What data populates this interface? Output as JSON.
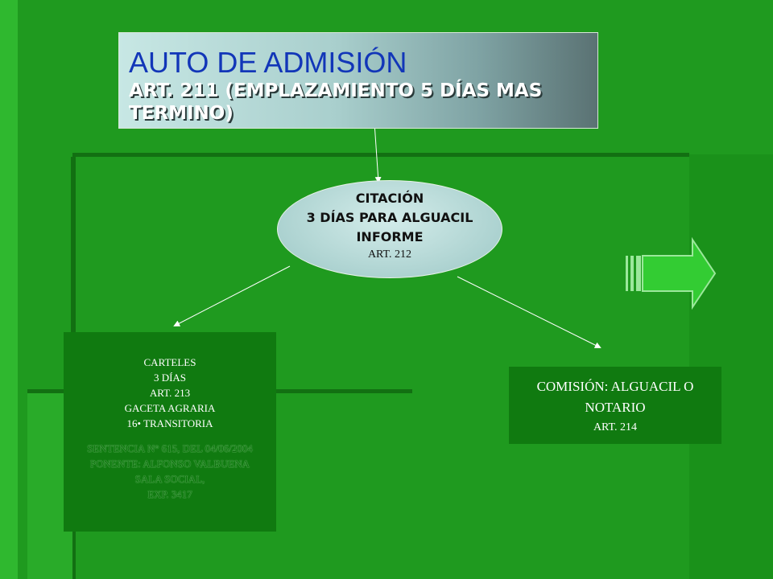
{
  "title": {
    "main": "AUTO DE ADMISIÓN",
    "sub": "ART. 211 (EMPLAZAMIENTO 5 DÍAS MAS TERMINO)"
  },
  "citacion": {
    "line1": "CITACIÓN",
    "line2": "3 DÍAS PARA  ALGUACIL",
    "line3": "INFORME",
    "art": "ART. 212"
  },
  "carteles": {
    "line1": "CARTELES",
    "line2": "3 DÍAS",
    "line3": "ART. 213",
    "line4": "GACETA AGRARIA",
    "line5": "16• TRANSITORIA",
    "sent1": "SENTENCIA N° 615, DEL 04/06/2004",
    "sent2": "PONENTE: ALFONSO VALBUENA",
    "sent3": "SALA SOCIAL,",
    "sent4": "EXP. 3417"
  },
  "comision": {
    "line1": "COMISIÓN: ALGUACIL  O",
    "line2": "NOTARIO",
    "art": "ART. 214"
  },
  "colors": {
    "background": "#1f9a1f",
    "box": "#107a10",
    "title_blue": "#1236b8",
    "arrow": "#33cc33"
  }
}
